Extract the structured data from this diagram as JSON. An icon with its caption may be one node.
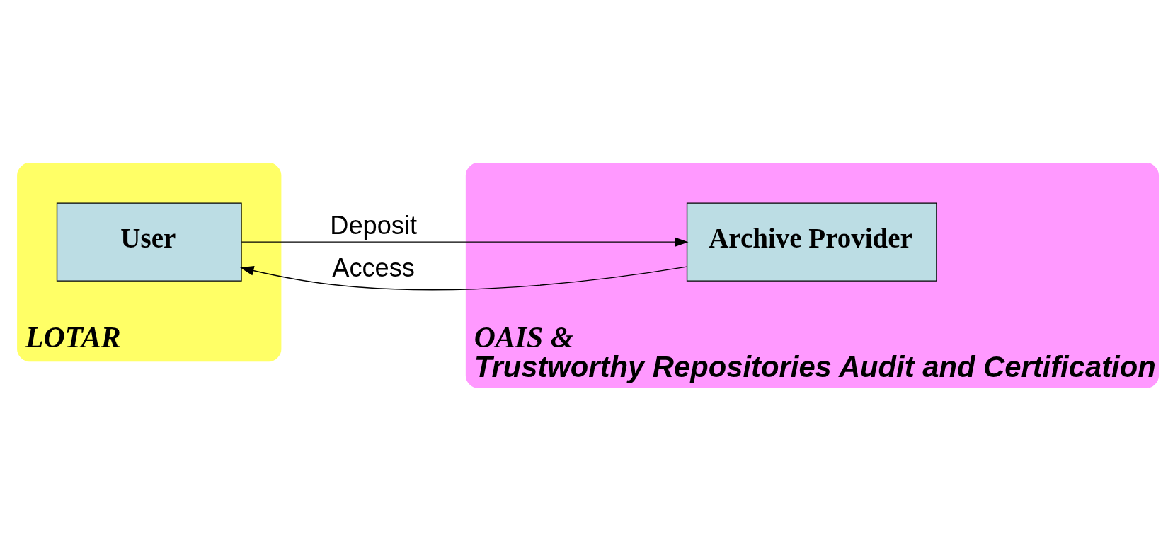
{
  "diagram": {
    "nodes": [
      {
        "text": [
          "LOTAR"
        ]
      },
      {
        "text": [
          "User"
        ],
        "in": 0
      },
      {
        "text": [
          "OAIS &",
          "Trustworthy Repositories Audit and Certification"
        ]
      },
      {
        "text": [
          "Archive Provider"
        ],
        "in": 2
      }
    ],
    "edges": [
      {
        "from": 1,
        "to": 3,
        "arrow": "to",
        "label": "Deposit"
      },
      {
        "from": 3,
        "to": 1,
        "arrow": "to",
        "label": "Access"
      }
    ]
  }
}
